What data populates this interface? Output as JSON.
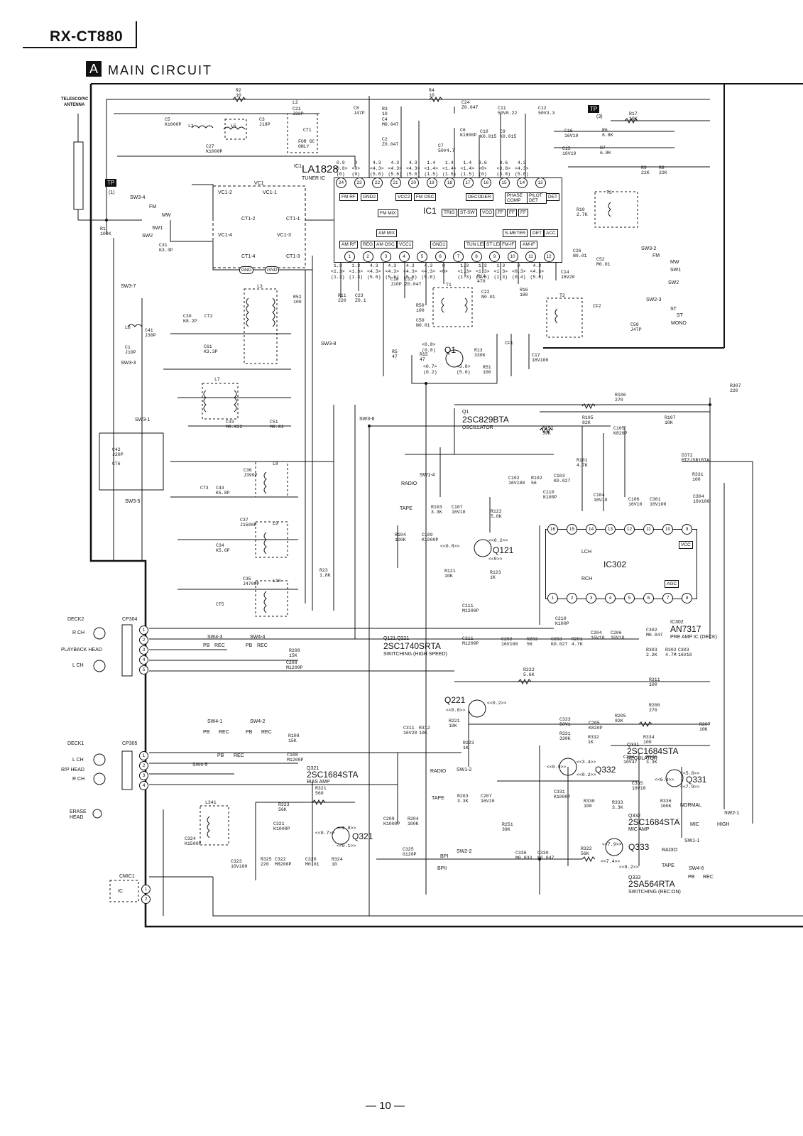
{
  "header": {
    "model": "RX-CT880",
    "section_letter": "A",
    "section_title": "MAIN CIRCUIT",
    "page_number": "— 10 —"
  },
  "antenna": {
    "label_1": "TELESCOPIC",
    "label_2": "ANTENNA",
    "tp": "TP",
    "tp_num": "(1)"
  },
  "tp2": {
    "label": "TP",
    "num": "(3)"
  },
  "ic1": {
    "ref": "IC1",
    "part": "LA1828",
    "desc": "TUNER IC",
    "top_pins": [
      "24",
      "23",
      "22",
      "21",
      "20",
      "19",
      "18",
      "17",
      "16",
      "15",
      "14",
      "13"
    ],
    "bottom_pins": [
      "1",
      "2",
      "3",
      "4",
      "5",
      "6",
      "7",
      "8",
      "9",
      "10",
      "11",
      "12"
    ],
    "top_volts": [
      "0.9\n<0.8>\n(0)",
      "0\n<0>\n(0)",
      "4.3\n<4.3>\n(5.6)",
      "4.3\n<4.3>\n(5.6)",
      "4.3\n<4.3>\n(5.6)",
      "1.4\n<1.4>\n(1.5)",
      "1.4\n<1.4>\n(1.5)",
      "1.4\n<1.4>\n(1.5)",
      "3.6\n<0>\n(0)",
      "3.6\n<3.6>\n(3.8)",
      "4.3\n<4.3>\n(5.6)"
    ],
    "bottom_volts": [
      "1.3\n<1.3>\n(1.3)",
      "1.3\n<1.3>\n(1.3)",
      "4.3\n<4.3>\n(5.6)",
      "4.3\n<4.3>\n(5.6)",
      "4.3\n<4.3>\n(5.6)",
      "4.3\n<4.3>\n(5.6)",
      "0\n<0>",
      "1.3\n<1.3>\n(1.3)",
      "1.3\n<1.3>\n(1.3)",
      "1.3\n<1.3>\n(1.3)",
      "0\n<0.3>\n(0.4)",
      "4.3\n<4.3>\n(5.6)"
    ],
    "blocks": [
      "FM RF",
      "GND2",
      "VCC2",
      "FM OSC",
      "DECODER",
      "PHASE COMP",
      "PILOT DET",
      "DET",
      "FM MIX",
      "TRIG",
      "ST-SW",
      "VCO",
      "FF",
      "FF",
      "FF",
      "AM MIX",
      "S-METER",
      "DET",
      "ACC",
      "AM RF",
      "REG",
      "AM OSC",
      "VCC1",
      "GND1",
      "TUN LED",
      "ST LED",
      "FM-IF",
      "AM-IF"
    ]
  },
  "ic302": {
    "ref": "IC302",
    "part": "AN7317",
    "desc": "PRE AMP IC (DECK)",
    "vcc": "VCC",
    "agc": "AGC",
    "lch": "LCH",
    "rch": "RCH",
    "top_pins": [
      "16",
      "15",
      "14",
      "13",
      "12",
      "11",
      "10",
      "9"
    ],
    "bottom_pins": [
      "1",
      "2",
      "3",
      "4",
      "5",
      "6",
      "7",
      "8"
    ]
  },
  "vc1": {
    "label": "VC1",
    "sections": [
      "VC1-2",
      "VC1-1",
      "VC1-4",
      "VC1-3"
    ],
    "trims": [
      "CT1-2",
      "CT1-1",
      "CT1-4",
      "CT1-3"
    ],
    "gnd": "GND"
  },
  "transistors": [
    {
      "ref": "Q1",
      "part": "2SC829BTA",
      "desc": "OSCILLATOR"
    },
    {
      "ref": "Q121",
      "part": "2SC1740SRTA",
      "desc": "SWITCHING (HIGH SPEED)",
      "extra": "Q121,Q221"
    },
    {
      "ref": "Q221"
    },
    {
      "ref": "Q321",
      "part": "2SC1684STA",
      "desc": "BIAS AMP"
    },
    {
      "ref": "Q331",
      "part": "2SC1684STA",
      "desc": "REGULATOR"
    },
    {
      "ref": "Q332",
      "part": "2SC1684STA",
      "desc": "MIC AMP"
    },
    {
      "ref": "Q333",
      "part": "2SA564RTA",
      "desc": "SWITCHING (REC:ON)"
    }
  ],
  "decks": {
    "deck2": "DECK2",
    "deck1": "DECK1",
    "cp304": "CP304",
    "cp305": "CP305",
    "r_ch": "R CH",
    "l_ch": "L CH",
    "playback_head": "PLAYBACK HEAD",
    "rp_head": "R/P HEAD",
    "erase_head_1": "ERASE",
    "erase_head_2": "HEAD",
    "cmic1": "CMIC1",
    "ic": "IC"
  },
  "switches": {
    "pb": "PB",
    "rec": "REC",
    "radio": "RADIO",
    "tape": "TAPE",
    "normal": "NORMAL",
    "mic": "MIC",
    "high": "HIGH",
    "bpi": "BPI",
    "bpii": "BPII",
    "fm": "FM",
    "mw": "MW",
    "sw1": "SW1",
    "sw2": "SW2",
    "st": "ST",
    "mono": "MONO"
  },
  "components": {
    "R1": "R1\n100K",
    "R2": "R2\n10",
    "R3": "R3\n10",
    "R4": "R4\n10",
    "C5": "C5\nK1000P",
    "C3": "C3\nJ18P",
    "L1": "L1",
    "L5": "L5",
    "L2": "L2",
    "C21": "C21\nJ22P",
    "CT1": "CT1",
    "FORGC": "FOR GC\nONLY",
    "C27": "C27\nK1000P",
    "C8": "C8\nJ47P",
    "C4": "C4\nM0.047",
    "C2": "C2\nZ0.047",
    "C24": "C24\nZ0.047",
    "C11": "C11\n50V0.22",
    "C12": "C12\n50V3.3",
    "C6": "C6\nK1800P",
    "C10": "C10\nK0.015",
    "C9": "C9\nK0.015",
    "C7": "C7\n50V4.7",
    "C16": "C16\n16V10",
    "R6": "R6\n6.8K",
    "R17": "R17\n10K",
    "C15": "C15\n16V10",
    "R7": "R7\n6.8K",
    "R9": "R9\n22K",
    "R8": "R8\n22K",
    "R10": "R10\n2.7K",
    "T3": "T3",
    "C31": "C31\nK3.3P",
    "C26": "C26\nN0.01",
    "C52": "C52\nM0.01",
    "C14": "C14\n16V20",
    "R52": "R52\n100",
    "L3": "L3",
    "C30": "C30\nK8.2P",
    "CT2": "CT2",
    "C61": "C61\nK3.3P",
    "L6": "L6",
    "C41": "C41\nJ30P",
    "C1": "C1\nJ10P",
    "R11": "R11\n220",
    "C23": "C23\nZ0.1",
    "C18": "C18\nJ10P",
    "C13": "C13\nZ0.047",
    "T1": "T1",
    "C22": "C22\nN0.01",
    "R50": "R50\n100",
    "C50": "C50\nN0.01",
    "R14": "R14\n470",
    "R16": "R16\n180",
    "T2": "T2",
    "CF2": "CF2",
    "C58": "C58\nJ47P",
    "R5": "R5\n47",
    "R15": "R15\n47",
    "R13": "R13\n330K",
    "R51": "R51\n100",
    "CF1": "CF1",
    "C17": "C17\n16V100",
    "L7": "L7",
    "C33": "C33\nM0.022",
    "C51": "C51\nM0.01",
    "R106": "R106\n270",
    "R307": "R307\n220",
    "R105": "R105\n82K",
    "R107": "R107\n10K",
    "R151": "R151\n39K",
    "C105": "C105\nK820P",
    "C42": "C42\nJ20P",
    "CT6": "CT6",
    "C36": "C36\nJ390P",
    "L8": "L8",
    "C43": "C43\nK5.8P",
    "CT3": "CT3",
    "D372": "D372\nMTZJ5R1BTA",
    "R331": "R331\n100",
    "R101": "R101\n4.7K",
    "C102": "C102\n16V100",
    "R102": "R102\n56",
    "C103": "C103\nK0.027",
    "C110": "C110\nK100P",
    "C104": "C104\n16V10",
    "C106": "C106\n16V10",
    "C301": "C301\n16V100",
    "C304": "C304\n16V100",
    "R103": "R103\n3.3K",
    "C107": "C107\n16V10",
    "R122": "R122\n5.6K",
    "R104": "R104\n100K",
    "C109": "C109\nK1000P",
    "C37": "C37\nJ1500P",
    "L9": "L9",
    "C34": "C34\nK5.6P",
    "R121": "R121\n10K",
    "R123": "R123\n1K",
    "R23": "R23\n1.8K",
    "C35": "C35\nJ4700P",
    "L10": "L10",
    "CT5": "CT5",
    "C111": "C111\nM1200P",
    "C210": "C210\nK100P",
    "C204": "C204\n16V10",
    "C206": "C206\n16V10",
    "C302": "C302\nM0.047",
    "R303": "R303\n2.2K",
    "R302": "R302\n4.7M",
    "C303": "C303\n16V10",
    "R208": "R208\n15K",
    "C208": "C208\nM1200P",
    "C211": "C211\nM1200P",
    "C202": "C202\n16V100",
    "R202": "R202\n56",
    "C203": "C203\nK0.027",
    "R201": "R201\n4.7K",
    "R222": "R222\n5.6K",
    "R311": "R311\n100",
    "R206": "R206\n270",
    "R205": "R205\n82K",
    "R207": "R207\n10K",
    "C205": "C205\nK820P",
    "C333": "C333\n50V1",
    "R331b": "R331\n330K",
    "R332": "R332\n1K",
    "R334": "R334\n100",
    "C334": "C334\n10V47",
    "R335": "R335\n3.3K",
    "C331": "C331\nK1000P",
    "R330": "R330\n100",
    "R333": "R333\n3.3K",
    "C335": "C335\n16V10",
    "R336": "R336\n100K",
    "C311": "C311\n16V20",
    "R312": "R312\n10K",
    "R221": "R221\n10K",
    "R223": "R223\n1K",
    "R108": "R108\n15K",
    "C108": "C108\nM1200P",
    "R321": "R321\n560",
    "R323": "R323\n56K",
    "C321": "C321\nK1000P",
    "L341": "L341",
    "C324": "C324\nK1500P",
    "C323": "C323\n10V100",
    "R325": "R325\n220",
    "C322": "C322\nM8200P",
    "C320": "C320\nM0.01",
    "R324": "R324\n10",
    "R203": "R203\n3.3K",
    "C207": "C207\n16V10",
    "C209": "C209\nK1000P",
    "R204": "R204\n100K",
    "R251": "R251\n39K",
    "C325": "C325\nG120P",
    "C336": "C336\nM0.033",
    "C330": "C330\nM0.047",
    "R322": "R322\n56K"
  },
  "switch_labels": {
    "SW3_4": "SW3-4",
    "SW3_7": "SW3-7",
    "SW3_3": "SW3-3",
    "SW3_8": "SW3-8",
    "SW3_1": "SW3-1",
    "SW3_6": "SW3-6",
    "SW3_5": "SW3-5",
    "SW3_2": "SW3-2",
    "SW3_2b": "SW2-3",
    "SW1_4": "SW1-4",
    "SW4_3": "SW4-3",
    "SW4_4": "SW4-4",
    "SW4_1": "SW4-1",
    "SW4_2": "SW4-2",
    "SW4_5": "SW4-5",
    "SW1_2": "SW1-2",
    "SW2_2": "SW2-2",
    "SW2_1": "SW2-1",
    "SW1_1": "SW1-1",
    "SW4_6": "SW4-6"
  },
  "q_volts": {
    "q1_b": "<0.8>\n(0.8)",
    "q1_e": "<0.7>\n(0.2)",
    "q1_c": "<3.8>\n(5.0)",
    "q121_b": "<<0.8>>",
    "q121_c": "<<0.2>>",
    "q121_e": "<<0>>",
    "q221_b": "<<0.8>>",
    "q221_c": "<<0.2>>",
    "q321_b": "<<0.7>>",
    "q321_c": "<<2.8>>",
    "q321_e": "<<0.1>>",
    "q332_b": "<<0.9>>",
    "q332_c": "<<3.4>>",
    "q332_e": "<<0.2>>",
    "q331_c": "<<5.8>>",
    "q331_b": "<<6.4>>",
    "q331_e": "<<7.9>>",
    "q333_e": "<<7.9>>",
    "q333_b": "<<7.4>>",
    "q333_c": "<<8.2>>"
  }
}
